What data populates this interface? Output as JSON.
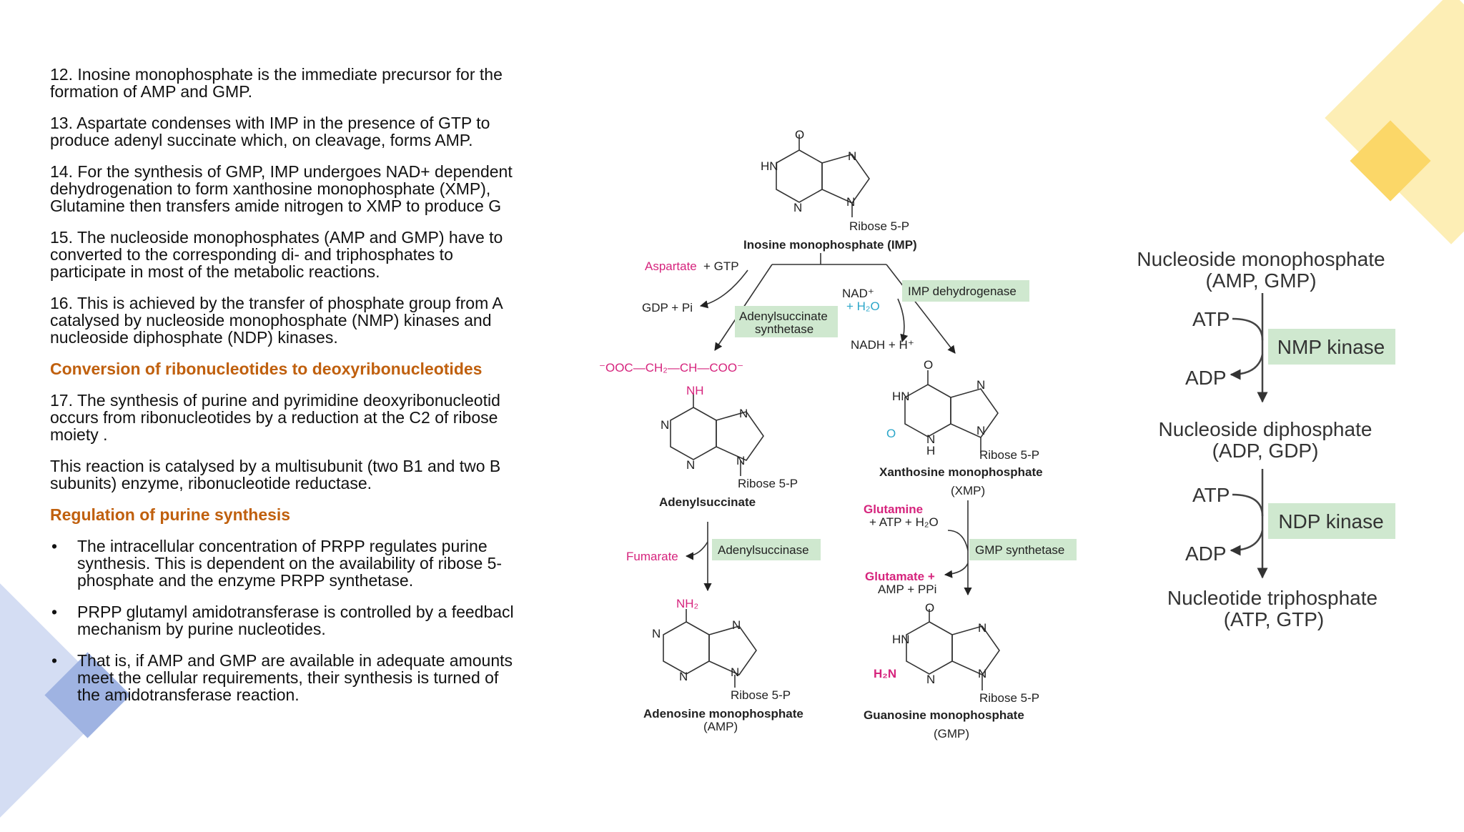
{
  "text_column": {
    "p12": [
      "12. Inosine monophosphate is the immediate precursor for the",
      "formation of AMP and GMP."
    ],
    "p13": [
      "13. Aspartate condenses with IMP in the presence of GTP to",
      "produce adenyl succinate which, on cleavage, forms AMP."
    ],
    "p14": [
      "14. For the synthesis of GMP, IMP undergoes NAD+ dependent",
      "dehydrogenation to form xanthosine monophosphate (XMP),",
      "Glutamine then transfers amide nitrogen to XMP to produce G"
    ],
    "p15": [
      "15. The nucleoside monophosphates (AMP and GMP) have to",
      "converted to the corresponding di- and triphosphates to",
      "participate in most of the metabolic reactions."
    ],
    "p16": [
      "16. This is achieved by the transfer of phosphate group from A",
      "catalysed by nucleoside monophosphate (NMP) kinases and",
      "nucleoside diphosphate (NDP) kinases."
    ],
    "heading_ribo": "Conversion of ribonucleotides to deoxyribonucleotides",
    "p17": [
      "17. The synthesis of purine and pyrimidine deoxyribonucleotid",
      "occurs from ribonucleotides by a reduction at the C2 of ribose",
      "moiety ."
    ],
    "p18": [
      "This reaction is catalysed by a multisubunit (two B1 and two B",
      "subunits) enzyme, ribonucleotide reductase."
    ],
    "heading_reg": "Regulation of purine synthesis",
    "bullet_symbol": "•",
    "bullets": [
      [
        "The intracellular concentration of PRPP regulates purine",
        "synthesis. This is dependent on the availability of ribose 5-",
        "phosphate and the enzyme PRPP synthetase."
      ],
      [
        "PRPP glutamyl amidotransferase is controlled by a feedbacl",
        "mechanism by purine nucleotides."
      ],
      [
        "That is, if AMP and GMP are available in adequate amounts",
        "meet the cellular requirements, their synthesis is turned of",
        "the amidotransferase reaction."
      ]
    ]
  },
  "pathway": {
    "imp_label": "Inosine monophosphate (IMP)",
    "ribose": "Ribose 5-P",
    "aspartate": "Aspartate",
    "plus_gtp": "+ GTP",
    "gdp_pi": "GDP + Pi",
    "adenylsuccinate_synthetase": [
      "Adenylsuccinate",
      "synthetase"
    ],
    "nad": "NAD⁺",
    "h2o": "+ H₂O",
    "imp_dehydrogenase": "IMP dehydrogenase",
    "nadh": "NADH + H⁺",
    "aspartyl_chain": "⁻OOC—CH₂—CH—COO⁻",
    "nh": "NH",
    "adenylsuccinate": "Adenylsuccinate",
    "xanthosine": "Xanthosine monophosphate",
    "xmp": "(XMP)",
    "fumarate": "Fumarate",
    "adenylsuccinase": "Adenylsuccinase",
    "glutamine": "Glutamine",
    "atp_h2o": "+ ATP + H₂O",
    "gmp_synthetase": "GMP synthetase",
    "glutamate": "Glutamate +",
    "amp_ppi": "AMP + PPi",
    "nh2": "NH₂",
    "h2n": "H₂N",
    "amp_name": "Adenosine monophosphate",
    "amp_abbr": "(AMP)",
    "gmp_name": "Guanosine monophosphate",
    "gmp_abbr": "(GMP)",
    "atom_o": "O",
    "atom_hn": "HN",
    "atom_n": "N",
    "atom_h": "H"
  },
  "kinase": {
    "nmp_title": [
      "Nucleoside monophosphate",
      "(AMP, GMP)"
    ],
    "atp": "ATP",
    "adp": "ADP",
    "nmp_kinase": "NMP kinase",
    "ndp_title": [
      "Nucleoside diphosphate",
      "(ADP, GDP)"
    ],
    "ndp_kinase": "NDP kinase",
    "ntp_title": [
      "Nucleotide triphosphate",
      "(ATP, GTP)"
    ]
  },
  "colors": {
    "heading": "#c0600e",
    "magenta": "#d6247d",
    "cyan": "#2ba6c9",
    "enzyme_box": "#cfe8cf",
    "deco_yellow": "#fde9a6",
    "deco_yellow_dark": "#fbd768",
    "deco_blue": "#c8d3ef",
    "deco_blue_dark": "#98acdf"
  }
}
